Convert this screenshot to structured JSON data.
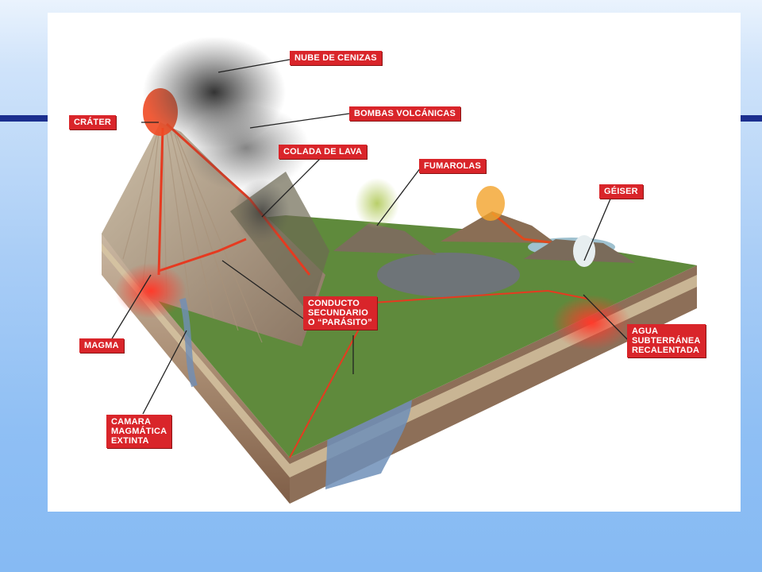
{
  "colors": {
    "label_bg": "#d9252a",
    "label_text": "#ffffff",
    "accent_rule": "#1b2f8f",
    "background_top": "#eaf3fd",
    "background_bottom": "#86baf3"
  },
  "labels": {
    "nube": "NUBE DE CENIZAS",
    "bombas": "BOMBAS VOLCÁNICAS",
    "crater": "CRÁTER",
    "colada": "COLADA DE LAVA",
    "fumarolas": "FUMAROLAS",
    "geiser": "GÉISER",
    "conducto": [
      "CONDUCTO",
      "SECUNDARIO",
      "O “PARÁSITO”"
    ],
    "magma": "MAGMA",
    "agua": [
      "AGUA",
      "SUBTERRÁNEA",
      "RECALENTADA"
    ],
    "camara": [
      "CAMARA",
      "MAGMÁTICA",
      "EXTINTA"
    ]
  }
}
